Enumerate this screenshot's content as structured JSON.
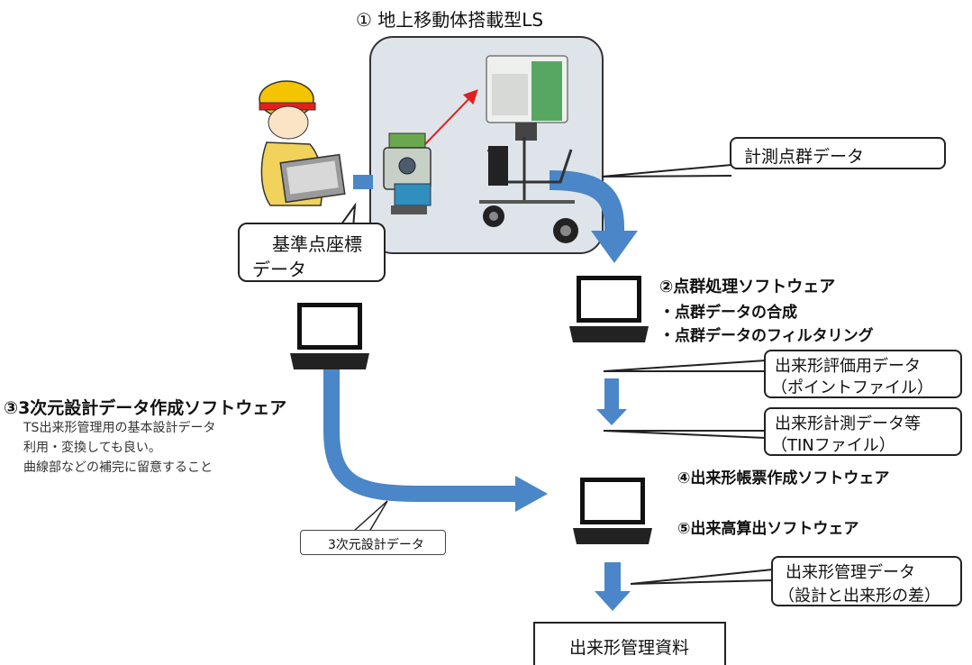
{
  "title": "① 地上移動体搭載型LS",
  "callouts": {
    "point_cloud": "計測点群データ",
    "reference_line1": "基準点座標",
    "reference_line2": "データ",
    "eval_line1": "出来形評価用データ",
    "eval_line2": "（ポイントファイル）",
    "measure_line1": "出来形計測データ等",
    "measure_line2": "（TINファイル）",
    "control_line1": "出来形管理データ",
    "control_line2": "（設計と出来形の差）",
    "design_3d": "3次元設計データ"
  },
  "software": {
    "point_processing": "②点群処理ソフトウェア",
    "point_items": [
      "・点群データの合成",
      "・点群データのフィルタリング"
    ],
    "design_creation": "③3次元設計データ作成ソフトウェア",
    "design_notes": [
      "TS出来形管理用の基本設計データ",
      "利用・変換しても良い。",
      "曲線部などの補完に留意すること"
    ],
    "form_creation": "④出来形帳票作成ソフトウェア",
    "volume_calc": "⑤出来高算出ソフトウェア"
  },
  "output": "出来形管理資料",
  "colors": {
    "arrow": "#4a86c8",
    "panel": "#dfe4ea",
    "red_arrow": "#e02020"
  },
  "icons": [
    "worker-icon",
    "total-station-icon",
    "laser-scanner-icon",
    "laptop-icon"
  ]
}
